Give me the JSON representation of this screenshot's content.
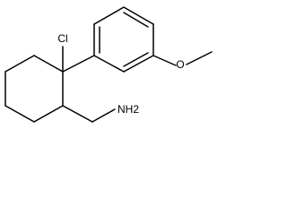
{
  "structure": {
    "labels": {
      "chlorine": "Cl",
      "oxygen": "O",
      "amine": "NH2"
    }
  }
}
